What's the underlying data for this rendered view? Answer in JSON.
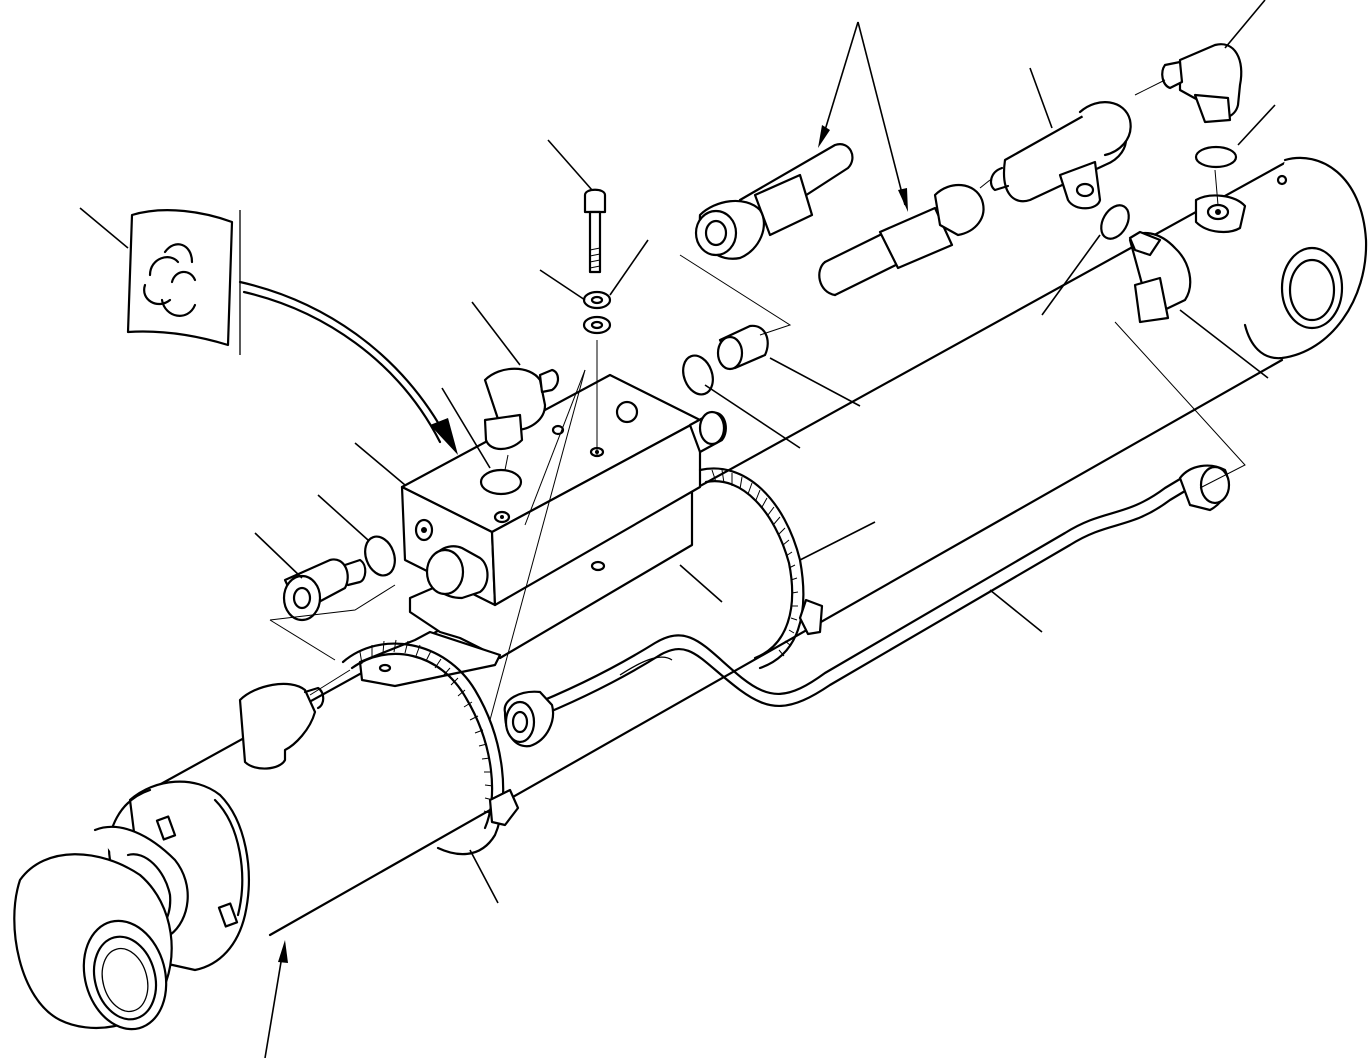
{
  "diagram": {
    "parts": [
      {
        "id": "cylinder-tube",
        "icon": "hydraulic-cylinder-icon"
      },
      {
        "id": "cylinder-head-end",
        "icon": "clevis-eye-icon"
      },
      {
        "id": "cylinder-rod-end",
        "icon": "clevis-eye-icon"
      },
      {
        "id": "valve-block",
        "icon": "valve-block-icon"
      },
      {
        "id": "mounting-plate",
        "icon": "plate-icon"
      },
      {
        "id": "hose-clamp",
        "icon": "band-clamp-icon"
      },
      {
        "id": "steel-pipe",
        "icon": "pipe-icon"
      },
      {
        "id": "hose-assembly",
        "icon": "hose-icon"
      },
      {
        "id": "tee-fitting",
        "icon": "tee-fitting-icon"
      },
      {
        "id": "elbow-fitting",
        "icon": "elbow-fitting-icon"
      },
      {
        "id": "straight-adapter",
        "icon": "adapter-fitting-icon"
      },
      {
        "id": "o-ring",
        "icon": "o-ring-icon"
      },
      {
        "id": "bolt",
        "icon": "bolt-icon"
      },
      {
        "id": "washer",
        "icon": "washer-icon"
      },
      {
        "id": "sealant-tube",
        "icon": "sealant-tube-icon"
      }
    ],
    "callouts": 24
  }
}
